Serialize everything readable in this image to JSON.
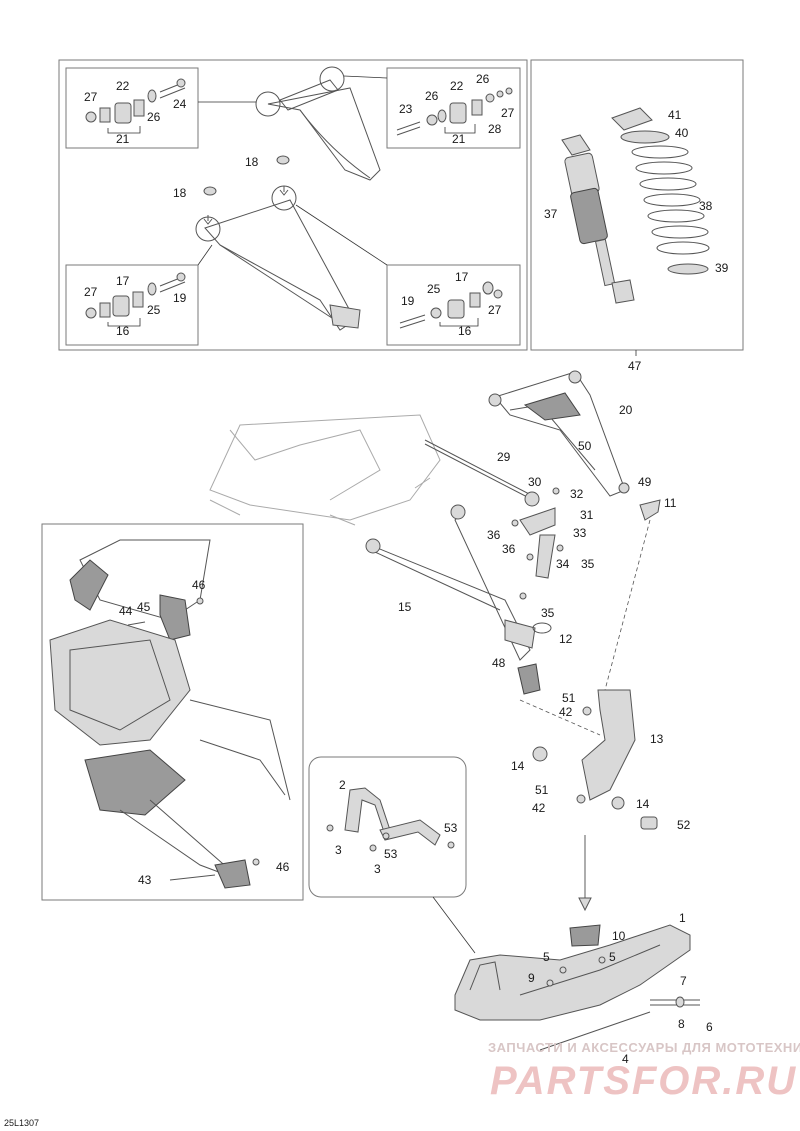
{
  "diagram_code": "25L1307",
  "watermark": {
    "line1": "ЗАПЧАСТИ И АКСЕССУАРЫ ДЛЯ МОТОТЕХНИКИ",
    "line2": "PARTSFOR.RU"
  },
  "callouts": {
    "c1": "1",
    "c2": "2",
    "c3a": "3",
    "c3b": "3",
    "c4": "4",
    "c5a": "5",
    "c5b": "5",
    "c6": "6",
    "c7": "7",
    "c8": "8",
    "c9": "9",
    "c10": "10",
    "c11": "11",
    "c12": "12",
    "c13": "13",
    "c14a": "14",
    "c14b": "14",
    "c15": "15",
    "c16a": "16",
    "c16b": "16",
    "c17a": "17",
    "c17b": "17",
    "c18a": "18",
    "c18b": "18",
    "c19a": "19",
    "c19b": "19",
    "c20": "20",
    "c21a": "21",
    "c21b": "21",
    "c22a": "22",
    "c22b": "22",
    "c23": "23",
    "c24": "24",
    "c25a": "25",
    "c25b": "25",
    "c26a": "26",
    "c26b": "26",
    "c26c": "26",
    "c27a": "27",
    "c27b": "27",
    "c27c": "27",
    "c27d": "27",
    "c28": "28",
    "c29": "29",
    "c30": "30",
    "c31": "31",
    "c32": "32",
    "c33": "33",
    "c34": "34",
    "c35a": "35",
    "c35b": "35",
    "c36a": "36",
    "c36b": "36",
    "c37": "37",
    "c38": "38",
    "c39": "39",
    "c40": "40",
    "c41": "41",
    "c42a": "42",
    "c42b": "42",
    "c43": "43",
    "c44": "44",
    "c45": "45",
    "c46a": "46",
    "c46b": "46",
    "c47": "47",
    "c48": "48",
    "c49": "49",
    "c50": "50",
    "c51a": "51",
    "c51b": "51",
    "c52": "52",
    "c53a": "53",
    "c53b": "53"
  }
}
